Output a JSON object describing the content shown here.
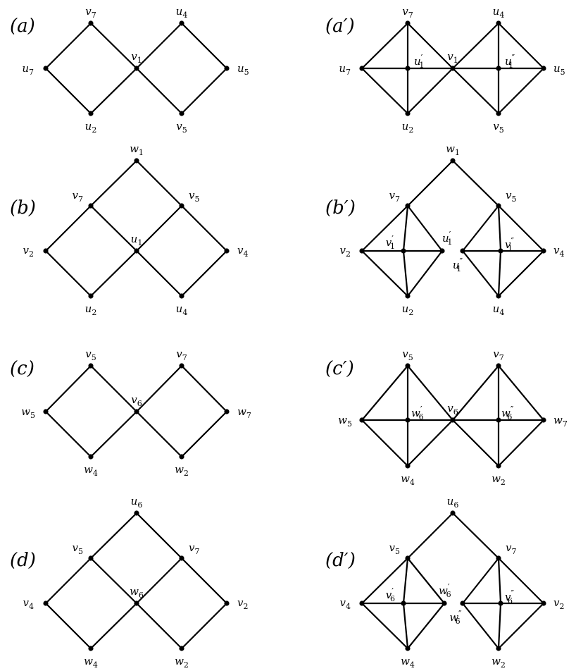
{
  "panels": [
    {
      "id": "a",
      "label": "(a)",
      "vertices": [
        {
          "id": "top_left",
          "label": "v7"
        },
        {
          "id": "top_right",
          "label": "u4"
        },
        {
          "id": "left",
          "label": "u7"
        },
        {
          "id": "center",
          "label": "v1"
        },
        {
          "id": "right",
          "label": "u5"
        },
        {
          "id": "bottom_left",
          "label": "u2"
        },
        {
          "id": "bottom_right",
          "label": "v5"
        }
      ],
      "edges": [
        [
          "top_left",
          "left"
        ],
        [
          "top_left",
          "center"
        ],
        [
          "top_right",
          "center"
        ],
        [
          "top_right",
          "right"
        ],
        [
          "left",
          "bottom_left"
        ],
        [
          "center",
          "bottom_left"
        ],
        [
          "center",
          "bottom_right"
        ],
        [
          "right",
          "bottom_right"
        ]
      ]
    },
    {
      "id": "a_prime",
      "label": "(a′)",
      "vertices": [
        {
          "id": "top_left",
          "label": "v7"
        },
        {
          "id": "top_right",
          "label": "u4"
        },
        {
          "id": "left",
          "label": "u7"
        },
        {
          "id": "inner_left",
          "label": "u′1"
        },
        {
          "id": "center",
          "label": "v1"
        },
        {
          "id": "inner_right",
          "label": "u″1"
        },
        {
          "id": "right",
          "label": "u5"
        },
        {
          "id": "bottom_left",
          "label": "u2"
        },
        {
          "id": "bottom_right",
          "label": "v5"
        }
      ],
      "edges": [
        [
          "top_left",
          "left"
        ],
        [
          "top_left",
          "center"
        ],
        [
          "top_right",
          "center"
        ],
        [
          "top_right",
          "right"
        ],
        [
          "left",
          "bottom_left"
        ],
        [
          "center",
          "bottom_left"
        ],
        [
          "center",
          "bottom_right"
        ],
        [
          "right",
          "bottom_right"
        ],
        [
          "left",
          "center"
        ],
        [
          "center",
          "right"
        ],
        [
          "top_left",
          "bottom_left"
        ],
        [
          "top_right",
          "bottom_right"
        ]
      ]
    },
    {
      "id": "b",
      "label": "(b)",
      "vertices": [
        {
          "id": "top",
          "label": "w1"
        },
        {
          "id": "upper_left",
          "label": "v7"
        },
        {
          "id": "upper_right",
          "label": "v5"
        },
        {
          "id": "left",
          "label": "v2"
        },
        {
          "id": "center",
          "label": "u1"
        },
        {
          "id": "right",
          "label": "v4"
        },
        {
          "id": "bottom_left",
          "label": "u2"
        },
        {
          "id": "bottom_right",
          "label": "u4"
        }
      ],
      "edges": [
        [
          "top",
          "upper_left"
        ],
        [
          "top",
          "upper_right"
        ],
        [
          "upper_left",
          "left"
        ],
        [
          "upper_left",
          "center"
        ],
        [
          "upper_right",
          "center"
        ],
        [
          "upper_right",
          "right"
        ],
        [
          "left",
          "bottom_left"
        ],
        [
          "center",
          "bottom_left"
        ],
        [
          "center",
          "bottom_right"
        ],
        [
          "right",
          "bottom_right"
        ]
      ]
    },
    {
      "id": "b_prime",
      "label": "(b′)",
      "vertices": [
        {
          "id": "top",
          "label": "w1"
        },
        {
          "id": "upper_left",
          "label": "v7"
        },
        {
          "id": "upper_right",
          "label": "v5"
        },
        {
          "id": "left",
          "label": "v2"
        },
        {
          "id": "inner_left",
          "label": "v′1"
        },
        {
          "id": "split_left",
          "label": "u′1"
        },
        {
          "id": "split_right",
          "label": "u″1"
        },
        {
          "id": "inner_right",
          "label": "v″1"
        },
        {
          "id": "right",
          "label": "v4"
        },
        {
          "id": "bottom_left",
          "label": "u2"
        },
        {
          "id": "bottom_right",
          "label": "u4"
        }
      ],
      "edges": [
        [
          "top",
          "upper_left"
        ],
        [
          "top",
          "upper_right"
        ],
        [
          "upper_left",
          "left"
        ],
        [
          "upper_left",
          "split_left"
        ],
        [
          "left",
          "bottom_left"
        ],
        [
          "split_left",
          "bottom_left"
        ],
        [
          "left",
          "split_left"
        ],
        [
          "upper_left",
          "inner_left"
        ],
        [
          "inner_left",
          "bottom_left"
        ],
        [
          "upper_right",
          "split_right"
        ],
        [
          "upper_right",
          "right"
        ],
        [
          "split_right",
          "bottom_right"
        ],
        [
          "right",
          "bottom_right"
        ],
        [
          "split_right",
          "right"
        ],
        [
          "upper_right",
          "inner_right"
        ],
        [
          "inner_right",
          "bottom_right"
        ]
      ]
    },
    {
      "id": "c",
      "label": "(c)",
      "vertices": [
        {
          "id": "top_left",
          "label": "v5"
        },
        {
          "id": "top_right",
          "label": "v7"
        },
        {
          "id": "left",
          "label": "w5"
        },
        {
          "id": "center",
          "label": "v6"
        },
        {
          "id": "right",
          "label": "w7"
        },
        {
          "id": "bottom_left",
          "label": "w4"
        },
        {
          "id": "bottom_right",
          "label": "w2"
        }
      ],
      "edges": [
        [
          "top_left",
          "left"
        ],
        [
          "top_left",
          "center"
        ],
        [
          "top_right",
          "center"
        ],
        [
          "top_right",
          "right"
        ],
        [
          "left",
          "bottom_left"
        ],
        [
          "center",
          "bottom_left"
        ],
        [
          "center",
          "bottom_right"
        ],
        [
          "right",
          "bottom_right"
        ]
      ]
    },
    {
      "id": "c_prime",
      "label": "(c′)",
      "vertices": [
        {
          "id": "top_left",
          "label": "v5"
        },
        {
          "id": "top_right",
          "label": "v7"
        },
        {
          "id": "left",
          "label": "w5"
        },
        {
          "id": "inner_left",
          "label": "w′6"
        },
        {
          "id": "center",
          "label": "v6"
        },
        {
          "id": "inner_right",
          "label": "w″6"
        },
        {
          "id": "right",
          "label": "w7"
        },
        {
          "id": "bottom_left",
          "label": "w4"
        },
        {
          "id": "bottom_right",
          "label": "w2"
        }
      ],
      "edges": [
        [
          "top_left",
          "left"
        ],
        [
          "top_left",
          "center"
        ],
        [
          "top_right",
          "center"
        ],
        [
          "top_right",
          "right"
        ],
        [
          "left",
          "bottom_left"
        ],
        [
          "center",
          "bottom_left"
        ],
        [
          "center",
          "bottom_right"
        ],
        [
          "right",
          "bottom_right"
        ],
        [
          "left",
          "center"
        ],
        [
          "center",
          "right"
        ],
        [
          "top_left",
          "bottom_left"
        ],
        [
          "top_right",
          "bottom_right"
        ]
      ]
    },
    {
      "id": "d",
      "label": "(d)",
      "vertices": [
        {
          "id": "top",
          "label": "u6"
        },
        {
          "id": "upper_left",
          "label": "v5"
        },
        {
          "id": "upper_right",
          "label": "v7"
        },
        {
          "id": "left",
          "label": "v4"
        },
        {
          "id": "center",
          "label": "w6"
        },
        {
          "id": "right",
          "label": "v2"
        },
        {
          "id": "bottom_left",
          "label": "w4"
        },
        {
          "id": "bottom_right",
          "label": "w2"
        }
      ],
      "edges": [
        [
          "top",
          "upper_left"
        ],
        [
          "top",
          "upper_right"
        ],
        [
          "upper_left",
          "left"
        ],
        [
          "upper_left",
          "center"
        ],
        [
          "upper_right",
          "center"
        ],
        [
          "upper_right",
          "right"
        ],
        [
          "left",
          "bottom_left"
        ],
        [
          "center",
          "bottom_left"
        ],
        [
          "center",
          "bottom_right"
        ],
        [
          "right",
          "bottom_right"
        ]
      ]
    },
    {
      "id": "d_prime",
      "label": "(d′)",
      "vertices": [
        {
          "id": "top",
          "label": "u6"
        },
        {
          "id": "upper_left",
          "label": "v5"
        },
        {
          "id": "upper_right",
          "label": "v7"
        },
        {
          "id": "left",
          "label": "v4"
        },
        {
          "id": "inner_left",
          "label": "v′6"
        },
        {
          "id": "split_left",
          "label": "w′6"
        },
        {
          "id": "split_right",
          "label": "w″6"
        },
        {
          "id": "inner_right",
          "label": "v″6"
        },
        {
          "id": "right",
          "label": "v2"
        },
        {
          "id": "bottom_left",
          "label": "w4"
        },
        {
          "id": "bottom_right",
          "label": "w2"
        }
      ],
      "edges": [
        [
          "top",
          "upper_left"
        ],
        [
          "top",
          "upper_right"
        ],
        [
          "upper_left",
          "left"
        ],
        [
          "upper_left",
          "split_left"
        ],
        [
          "left",
          "bottom_left"
        ],
        [
          "split_left",
          "bottom_left"
        ],
        [
          "left",
          "split_left"
        ],
        [
          "upper_left",
          "inner_left"
        ],
        [
          "inner_left",
          "bottom_left"
        ],
        [
          "upper_right",
          "split_right"
        ],
        [
          "upper_right",
          "right"
        ],
        [
          "split_right",
          "bottom_right"
        ],
        [
          "right",
          "bottom_right"
        ],
        [
          "split_right",
          "right"
        ],
        [
          "upper_right",
          "inner_right"
        ],
        [
          "inner_right",
          "bottom_right"
        ]
      ]
    }
  ]
}
